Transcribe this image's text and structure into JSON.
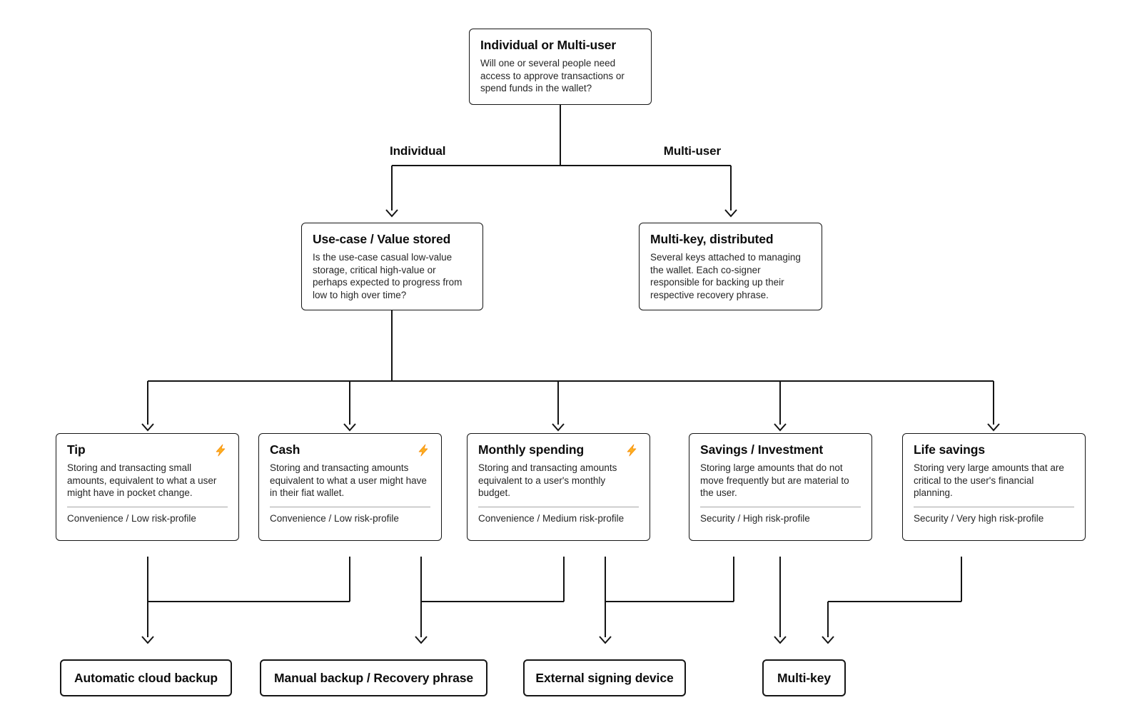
{
  "nodes": {
    "root": {
      "title": "Individual or Multi-user",
      "description": "Will one or several people need access to approve transactions or spend funds in the wallet?"
    },
    "use_case_value_stored": {
      "title": "Use-case / Value stored",
      "description": "Is the use-case casual low-value storage, critical high-value or perhaps expected to progress from low to high over time?"
    },
    "multi_key_distributed": {
      "title": "Multi-key, distributed",
      "description": "Several keys attached to managing the wallet. Each co-signer responsible for backing up their respective recovery phrase."
    },
    "use_cases": [
      {
        "title": "Tip",
        "has_lightning": true,
        "description": "Storing and transacting small amounts, equivalent to what a user might have in pocket change.",
        "profile": "Convenience / Low risk-profile"
      },
      {
        "title": "Cash",
        "has_lightning": true,
        "description": "Storing and transacting amounts equivalent to what a user might have in their fiat wallet.",
        "profile": "Convenience / Low risk-profile"
      },
      {
        "title": "Monthly spending",
        "has_lightning": true,
        "description": "Storing and transacting amounts equivalent to a user's monthly budget.",
        "profile": "Convenience / Medium risk-profile"
      },
      {
        "title": "Savings / Investment",
        "has_lightning": false,
        "description": "Storing large amounts that do not move frequently but are material to the user.",
        "profile": "Security / High risk-profile"
      },
      {
        "title": "Life savings",
        "has_lightning": false,
        "description": "Storing very large amounts that are critical to the user's financial planning.",
        "profile": "Security / Very high risk-profile"
      }
    ],
    "outcomes": [
      {
        "label": "Automatic cloud backup"
      },
      {
        "label": "Manual backup / Recovery phrase"
      },
      {
        "label": "External signing device"
      },
      {
        "label": "Multi-key"
      }
    ]
  },
  "edges": {
    "left_label": "Individual",
    "right_label": "Multi-user"
  },
  "icons": {
    "lightning": "lightning-bolt-icon"
  },
  "colors": {
    "line": "#141414",
    "box_border": "#161616",
    "divider": "#a6a6a6",
    "lightning_fill": "#FDB022",
    "lightning_stroke": "#F79009",
    "background": "#ffffff",
    "title_text": "#0c0c0c",
    "body_text": "#262626"
  }
}
